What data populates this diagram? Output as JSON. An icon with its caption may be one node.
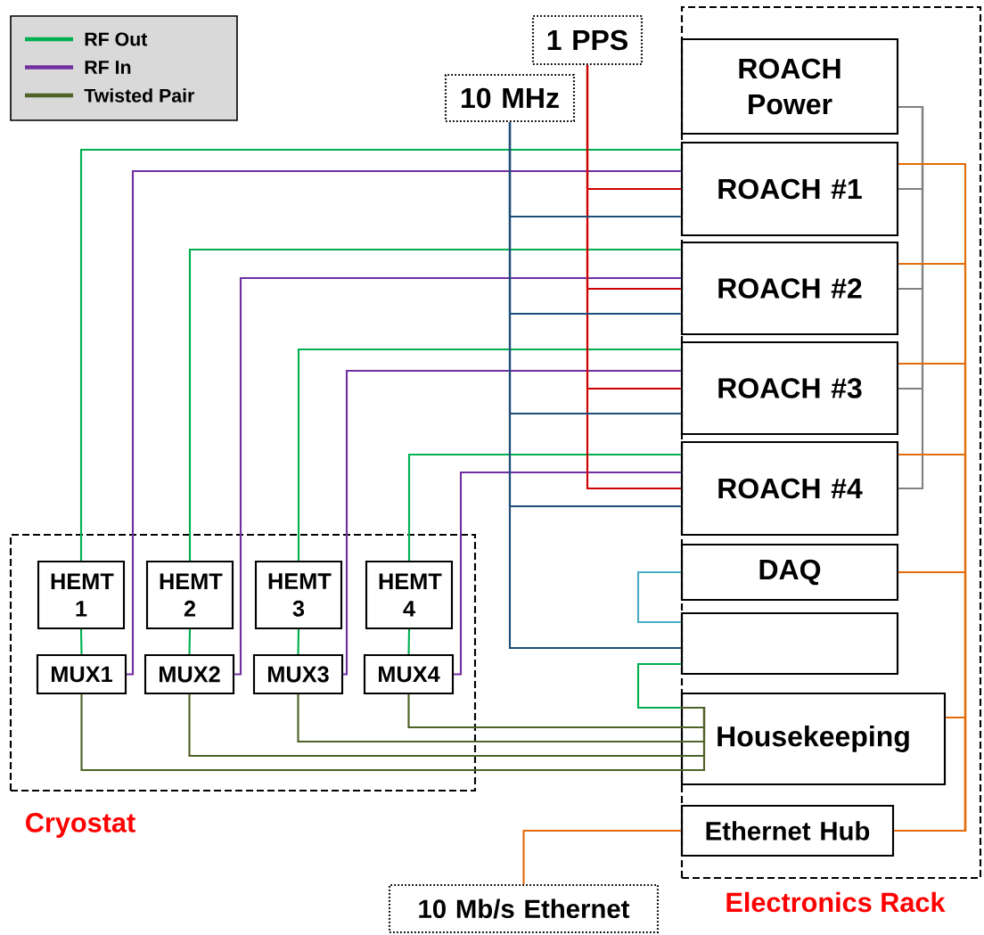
{
  "diagram": {
    "nodes": [
      {
        "text": [
          "1 PPS"
        ]
      },
      {
        "text": [
          "10 MHz"
        ]
      },
      {
        "text": [
          "Electronics Rack"
        ]
      },
      {
        "text": [
          "ROACH Power"
        ],
        "in": 2
      },
      {
        "text": [
          "ROACH #1"
        ],
        "in": 2
      },
      {
        "text": [
          "ROACH #2"
        ],
        "in": 2
      },
      {
        "text": [
          "ROACH #3"
        ],
        "in": 2
      },
      {
        "text": [
          "ROACH #4"
        ],
        "in": 2
      },
      {
        "text": [
          "DAQ"
        ],
        "in": 2
      },
      {
        "text": [],
        "shape": "box",
        "in": 2
      },
      {
        "text": [
          "Housekeeping"
        ],
        "in": 2
      },
      {
        "text": [
          "Ethernet Hub"
        ],
        "in": 2
      },
      {
        "text": [
          "Cryostat"
        ]
      },
      {
        "text": [
          "HEMT 1"
        ],
        "in": 12
      },
      {
        "text": [
          "HEMT 2"
        ],
        "in": 12
      },
      {
        "text": [
          "HEMT 3"
        ],
        "in": 12
      },
      {
        "text": [
          "HEMT 4"
        ],
        "in": 12
      },
      {
        "text": [
          "MUX1"
        ],
        "in": 12
      },
      {
        "text": [
          "MUX2"
        ],
        "in": 12
      },
      {
        "text": [
          "MUX3"
        ],
        "in": 12
      },
      {
        "text": [
          "MUX4"
        ],
        "in": 12
      },
      {
        "text": [
          "10 Mb/s Ethernet"
        ]
      }
    ],
    "edges": [
      {
        "from": 4,
        "to": 13,
        "arrow": "none",
        "color": "#00b050"
      },
      {
        "from": 5,
        "to": 14,
        "arrow": "none",
        "color": "#00b050"
      },
      {
        "from": 6,
        "to": 15,
        "arrow": "none",
        "color": "#00b050"
      },
      {
        "from": 7,
        "to": 16,
        "arrow": "none",
        "color": "#00b050"
      },
      {
        "from": 13,
        "to": 17,
        "arrow": "none",
        "color": "#00b050"
      },
      {
        "from": 14,
        "to": 18,
        "arrow": "none",
        "color": "#00b050"
      },
      {
        "from": 15,
        "to": 19,
        "arrow": "none",
        "color": "#00b050"
      },
      {
        "from": 16,
        "to": 20,
        "arrow": "none",
        "color": "#00b050"
      },
      {
        "from": 4,
        "to": 17,
        "arrow": "none",
        "color": "#7030a0"
      },
      {
        "from": 5,
        "to": 18,
        "arrow": "none",
        "color": "#7030a0"
      },
      {
        "from": 6,
        "to": 19,
        "arrow": "none",
        "color": "#7030a0"
      },
      {
        "from": 7,
        "to": 20,
        "arrow": "none",
        "color": "#7030a0"
      },
      {
        "from": 0,
        "to": 4,
        "arrow": "none",
        "color": "#cc0000"
      },
      {
        "from": 0,
        "to": 5,
        "arrow": "none",
        "color": "#cc0000"
      },
      {
        "from": 0,
        "to": 6,
        "arrow": "none",
        "color": "#cc0000"
      },
      {
        "from": 0,
        "to": 7,
        "arrow": "none",
        "color": "#cc0000"
      },
      {
        "from": 1,
        "to": 4,
        "arrow": "none",
        "color": "#1f4e79"
      },
      {
        "from": 1,
        "to": 5,
        "arrow": "none",
        "color": "#1f4e79"
      },
      {
        "from": 1,
        "to": 6,
        "arrow": "none",
        "color": "#1f4e79"
      },
      {
        "from": 1,
        "to": 7,
        "arrow": "none",
        "color": "#1f4e79"
      },
      {
        "from": 1,
        "to": 9,
        "arrow": "none",
        "color": "#1f4e79"
      },
      {
        "from": 8,
        "to": 9,
        "arrow": "none",
        "color": "#4bacc6"
      },
      {
        "from": 9,
        "to": 10,
        "arrow": "none",
        "color": "#00b050"
      },
      {
        "from": 17,
        "to": 10,
        "arrow": "none",
        "color": "#4f6228"
      },
      {
        "from": 18,
        "to": 10,
        "arrow": "none",
        "color": "#4f6228"
      },
      {
        "from": 19,
        "to": 10,
        "arrow": "none",
        "color": "#4f6228"
      },
      {
        "from": 20,
        "to": 10,
        "arrow": "none",
        "color": "#4f6228"
      },
      {
        "from": 3,
        "to": 4,
        "arrow": "none",
        "color": "#808080"
      },
      {
        "from": 3,
        "to": 5,
        "arrow": "none",
        "color": "#808080"
      },
      {
        "from": 3,
        "to": 6,
        "arrow": "none",
        "color": "#808080"
      },
      {
        "from": 3,
        "to": 7,
        "arrow": "none",
        "color": "#808080"
      },
      {
        "from": 11,
        "to": 4,
        "arrow": "none",
        "color": "#e46c0a"
      },
      {
        "from": 11,
        "to": 5,
        "arrow": "none",
        "color": "#e46c0a"
      },
      {
        "from": 11,
        "to": 6,
        "arrow": "none",
        "color": "#e46c0a"
      },
      {
        "from": 11,
        "to": 7,
        "arrow": "none",
        "color": "#e46c0a"
      },
      {
        "from": 11,
        "to": 8,
        "arrow": "none",
        "color": "#e46c0a"
      },
      {
        "from": 11,
        "to": 10,
        "arrow": "none",
        "color": "#e46c0a"
      },
      {
        "from": 11,
        "to": 21,
        "arrow": "none",
        "color": "#e46c0a"
      }
    ],
    "legend": [
      {
        "text": "RF Out",
        "color": "#00b050"
      },
      {
        "text": "RF In",
        "color": "#7030a0"
      },
      {
        "text": "Twisted Pair",
        "color": "#4f6228"
      }
    ]
  }
}
